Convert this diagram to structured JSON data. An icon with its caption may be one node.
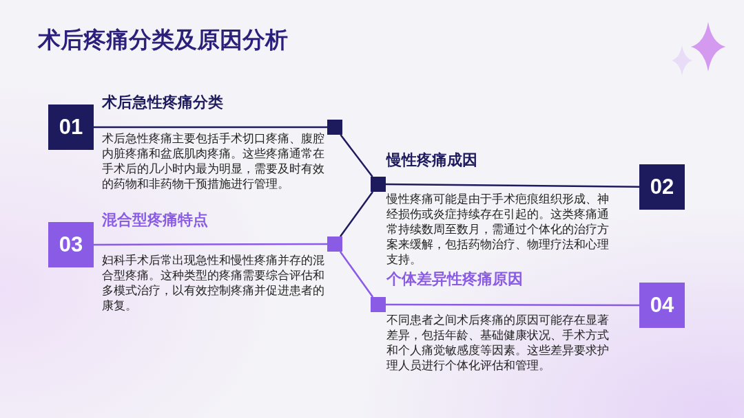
{
  "diagram": {
    "title": "术后疼痛分类及原因分析",
    "nodes": [
      {
        "text": [
          "01"
        ]
      },
      {
        "text": [],
        "shape": "box"
      },
      {
        "text": [],
        "shape": "box"
      },
      {
        "text": [
          "02"
        ]
      },
      {
        "text": [
          "03"
        ]
      },
      {
        "text": [],
        "shape": "box"
      },
      {
        "text": [],
        "shape": "box"
      },
      {
        "text": [
          "04"
        ]
      }
    ],
    "edges": [
      {
        "from": 0,
        "to": 1,
        "arrow": "none"
      },
      {
        "from": 1,
        "to": 2,
        "arrow": "none"
      },
      {
        "from": 2,
        "to": 3,
        "arrow": "none"
      },
      {
        "from": 2,
        "to": 5,
        "arrow": "none"
      },
      {
        "from": 4,
        "to": 5,
        "arrow": "none",
        "color": "#8a5ce6"
      },
      {
        "from": 5,
        "to": 6,
        "arrow": "none",
        "color": "#8a5ce6"
      },
      {
        "from": 6,
        "to": 7,
        "arrow": "none",
        "color": "#8a5ce6"
      }
    ],
    "labels": [
      "术后急性疼痛分类",
      "术后急性疼痛主要包括手术切口疼痛、腹腔内脏疼痛和盆底肌肉疼痛。这些疼痛通常在手术后的几小时内最为明显，需要及时有效的药物和非药物干预措施进行管理。",
      "慢性疼痛成因",
      "慢性疼痛可能是由于手术疤痕组织形成、神经损伤或炎症持续存在引起的。这类疼痛通常持续数周至数月，需通过个体化的治疗方案来缓解，包括药物治疗、物理疗法和心理支持。",
      "混合型疼痛特点",
      "妇科手术后常出现急性和慢性疼痛并存的混合型疼痛。这种类型的疼痛需要综合评估和多模式治疗，以有效控制疼痛并促进患者的康复。",
      "个体差异性疼痛原因",
      "不同患者之间术后疼痛的原因可能存在显著差异，包括年龄、基础健康状况、手术方式和个人痛觉敏感度等因素。这些差异要求护理人员进行个体化评估和管理。"
    ]
  }
}
